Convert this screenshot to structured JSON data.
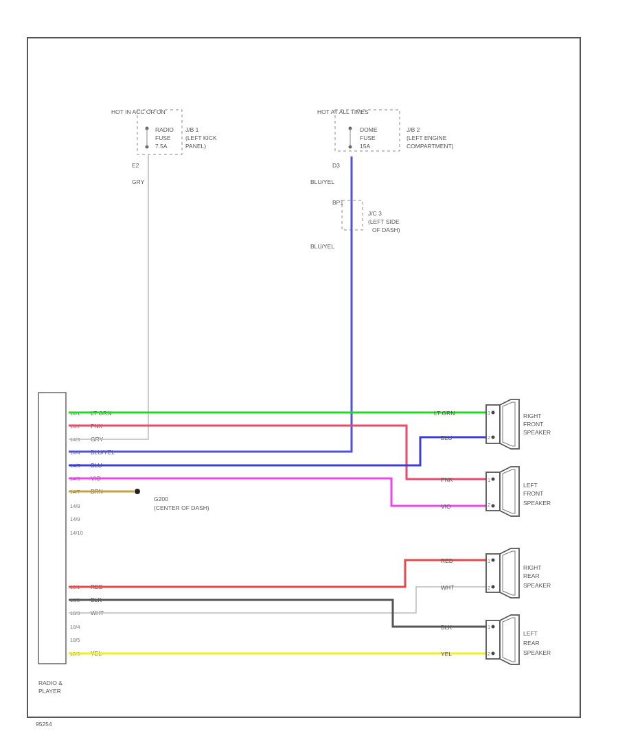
{
  "hot_left": {
    "label": "HOT IN ACC OR ON",
    "fuse_lines": [
      "RADIO",
      "FUSE",
      "7.5A"
    ],
    "jb_lines": [
      "J/B 1",
      "(LEFT KICK",
      "PANEL)"
    ],
    "pin": "E2",
    "wire_color": "GRY"
  },
  "hot_right": {
    "label": "HOT AT ALL TIMES",
    "fuse_lines": [
      "DOME",
      "FUSE",
      "15A"
    ],
    "jb_lines": [
      "J/B 2",
      "(LEFT ENGINE",
      "COMPARTMENT)"
    ],
    "pin": "D3",
    "wire_color_top": "BLU/YEL",
    "jc_pin": "BP1",
    "jc_lines": [
      "J/C 3",
      "(LEFT SIDE",
      "OF DASH)"
    ],
    "wire_color_bottom": "BLU/YEL"
  },
  "radio": {
    "label_lines": [
      "RADIO &",
      "PLAYER"
    ],
    "pins": [
      {
        "pin": "14/1",
        "color": "LT GRN"
      },
      {
        "pin": "14/2",
        "color": "PNK"
      },
      {
        "pin": "14/3",
        "color": "GRY"
      },
      {
        "pin": "14/4",
        "color": "BLU/YEL"
      },
      {
        "pin": "14/5",
        "color": "BLU"
      },
      {
        "pin": "14/6",
        "color": "VIO"
      },
      {
        "pin": "14/7",
        "color": "BRN"
      },
      {
        "pin": "14/8",
        "color": ""
      },
      {
        "pin": "14/9",
        "color": ""
      },
      {
        "pin": "14/10",
        "color": ""
      },
      {
        "pin": "18/1",
        "color": "RED"
      },
      {
        "pin": "18/2",
        "color": "BLK"
      },
      {
        "pin": "18/3",
        "color": "WHT"
      },
      {
        "pin": "18/4",
        "color": ""
      },
      {
        "pin": "18/5",
        "color": ""
      },
      {
        "pin": "18/6",
        "color": "YEL"
      }
    ]
  },
  "ground": {
    "id": "G200",
    "location": "(CENTER OF DASH)"
  },
  "speakers": [
    {
      "label_lines": [
        "RIGHT",
        "FRONT",
        "SPEAKER"
      ],
      "wires": [
        {
          "pin": "1",
          "color": "LT GRN"
        },
        {
          "pin": "2",
          "color": "BLU"
        }
      ]
    },
    {
      "label_lines": [
        "LEFT",
        "FRONT",
        "SPEAKER"
      ],
      "wires": [
        {
          "pin": "1",
          "color": "PNK"
        },
        {
          "pin": "2",
          "color": "VIO"
        }
      ]
    },
    {
      "label_lines": [
        "RIGHT",
        "REAR",
        "SPEAKER"
      ],
      "wires": [
        {
          "pin": "1",
          "color": "RED"
        },
        {
          "pin": "2",
          "color": "WHT"
        }
      ]
    },
    {
      "label_lines": [
        "LEFT",
        "REAR",
        "SPEAKER"
      ],
      "wires": [
        {
          "pin": "1",
          "color": "BLK"
        },
        {
          "pin": "2",
          "color": "YEL"
        }
      ]
    }
  ],
  "footer_code": "95254",
  "wire_colors": {
    "LT GRN": "#22d822",
    "PNK": "#ea4a6a",
    "GRY": "#bbbbbb",
    "BLU/YEL": "#5050e0",
    "BLU": "#3c3cd8",
    "VIO": "#ee44ee",
    "BRN": "#c8a040",
    "RED": "#e84848",
    "BLK": "#555555",
    "WHT": "#cccccc",
    "YEL": "#eeee22"
  }
}
